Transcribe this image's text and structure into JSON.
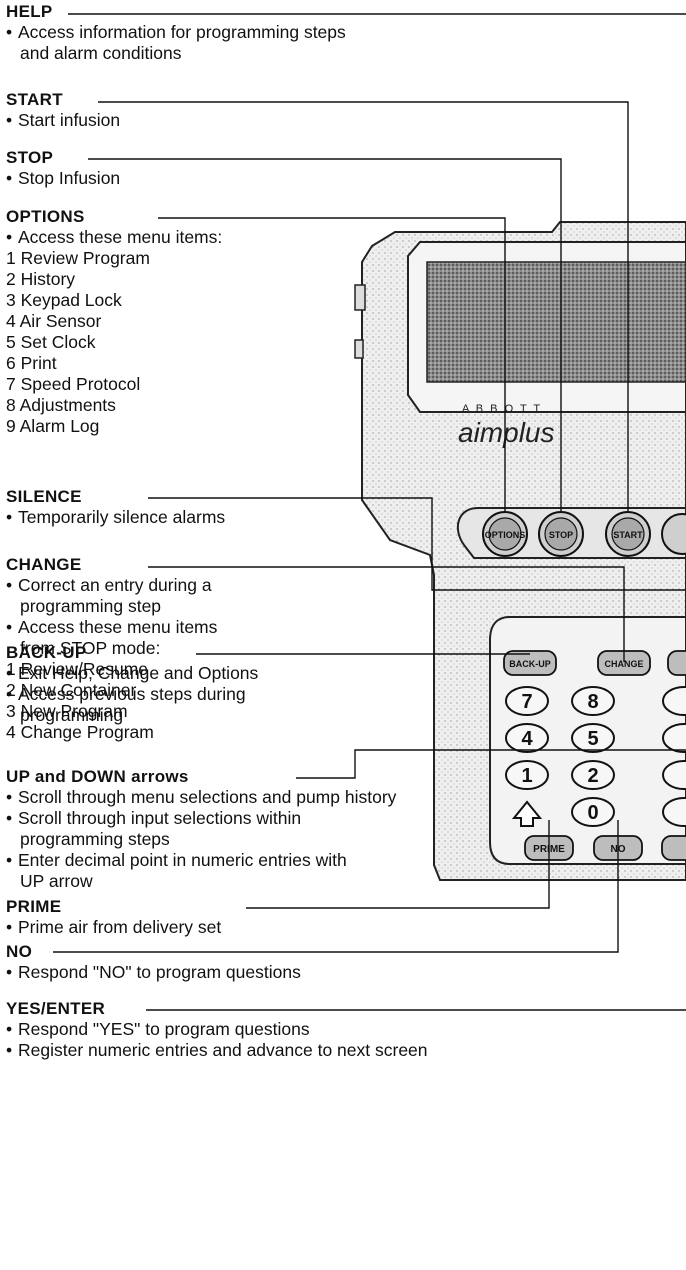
{
  "device": {
    "brand": "A B B O T T",
    "model": "aimplus",
    "buttons": [
      "OPTIONS",
      "STOP",
      "START"
    ],
    "keypad": {
      "function_keys": [
        "BACK-UP",
        "CHANGE"
      ],
      "digit_rows": [
        [
          "7",
          "8"
        ],
        [
          "4",
          "5"
        ],
        [
          "1",
          "2"
        ],
        [
          "0"
        ]
      ],
      "bottom_keys": [
        "PRIME",
        "NO"
      ]
    }
  },
  "sections": [
    {
      "heading": "HELP",
      "lines": [
        {
          "bullet": "•",
          "text": "Access information for programming steps"
        },
        {
          "bullet": "",
          "text": "and alarm conditions",
          "indent": true
        }
      ]
    },
    {
      "heading": "START",
      "lines": [
        {
          "bullet": "•",
          "text": "Start infusion"
        }
      ]
    },
    {
      "heading": "STOP",
      "lines": [
        {
          "bullet": "•",
          "text": "Stop Infusion"
        }
      ]
    },
    {
      "heading": "OPTIONS",
      "lines": [
        {
          "bullet": "•",
          "text": "Access these menu items:"
        },
        {
          "bullet": "",
          "text": "1 Review Program"
        },
        {
          "bullet": "",
          "text": "2 History"
        },
        {
          "bullet": "",
          "text": "3 Keypad Lock"
        },
        {
          "bullet": "",
          "text": "4 Air Sensor"
        },
        {
          "bullet": "",
          "text": "5 Set Clock"
        },
        {
          "bullet": "",
          "text": "6 Print"
        },
        {
          "bullet": "",
          "text": "7 Speed Protocol"
        },
        {
          "bullet": "",
          "text": "8 Adjustments"
        },
        {
          "bullet": "",
          "text": "9 Alarm Log"
        }
      ]
    },
    {
      "heading": "SILENCE",
      "lines": [
        {
          "bullet": "•",
          "text": "Temporarily silence alarms"
        }
      ]
    },
    {
      "heading": "CHANGE",
      "lines": [
        {
          "bullet": "•",
          "text": "Correct an entry during a"
        },
        {
          "bullet": "",
          "text": "programming step",
          "indent": true
        },
        {
          "bullet": "•",
          "text": "Access these menu items"
        },
        {
          "bullet": "",
          "text": "from STOP mode:",
          "indent": true
        },
        {
          "bullet": "",
          "text": "1 Review/Resume"
        },
        {
          "bullet": "",
          "text": "2 New Container"
        },
        {
          "bullet": "",
          "text": "3 New Program"
        },
        {
          "bullet": "",
          "text": "4 Change Program"
        }
      ]
    },
    {
      "heading": "BACK-UP",
      "lines": [
        {
          "bullet": "•",
          "text": "Exit Help, Change and Options"
        },
        {
          "bullet": "•",
          "text": "Access previous steps during"
        },
        {
          "bullet": "",
          "text": "programming",
          "indent": true
        }
      ]
    },
    {
      "heading": "UP and DOWN arrows",
      "lines": [
        {
          "bullet": "•",
          "text": "Scroll through menu selections and pump history"
        },
        {
          "bullet": "•",
          "text": "Scroll through input selections within"
        },
        {
          "bullet": "",
          "text": "programming steps",
          "indent": true
        },
        {
          "bullet": "•",
          "text": "Enter decimal point in numeric entries with"
        },
        {
          "bullet": "",
          "text": "UP arrow",
          "indent": true
        }
      ]
    },
    {
      "heading": "PRIME",
      "lines": [
        {
          "bullet": "•",
          "text": "Prime air from delivery set"
        }
      ]
    },
    {
      "heading": "NO",
      "lines": [
        {
          "bullet": "•",
          "text": "Respond \"NO\" to program questions"
        }
      ]
    },
    {
      "heading": "YES/ENTER",
      "lines": [
        {
          "bullet": "•",
          "text": "Respond \"YES\" to program questions"
        },
        {
          "bullet": "•",
          "text": "Register numeric entries and advance to next screen"
        }
      ]
    }
  ]
}
